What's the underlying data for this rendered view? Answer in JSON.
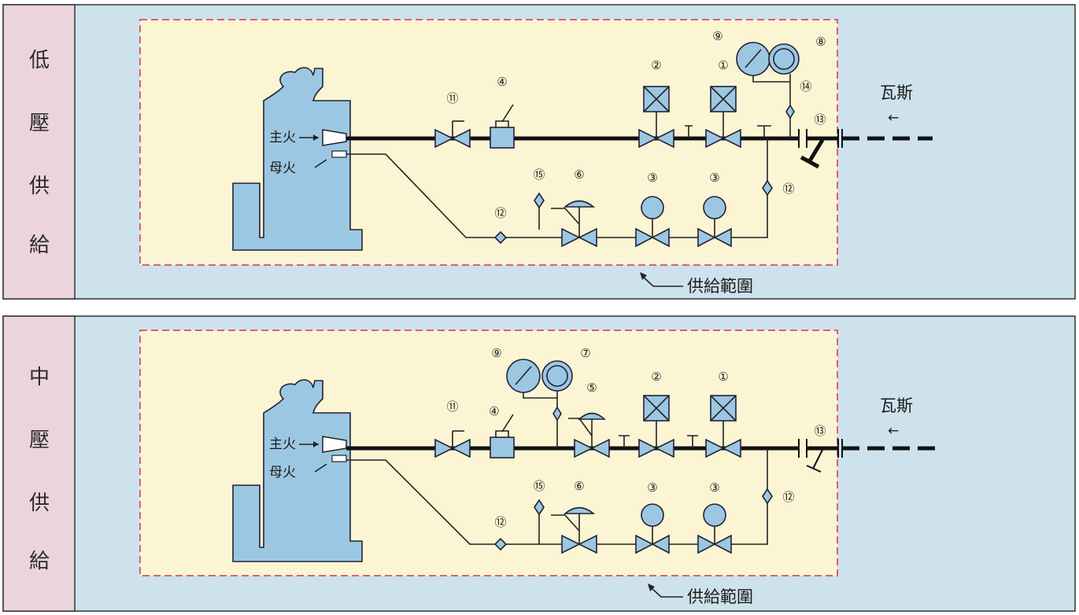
{
  "panels": [
    {
      "side_label": [
        "低",
        "壓",
        "供",
        "給"
      ],
      "main_flame": "主火",
      "pilot_flame": "母火",
      "gas": "瓦斯",
      "gas_arrow": "←",
      "scope": "供給範圍",
      "numbers": [
        "⑪",
        "④",
        "②",
        "①",
        "⑨",
        "⑧",
        "⑭",
        "⑬",
        "⑮",
        "⑥",
        "③",
        "③",
        "⑫",
        "⑫"
      ]
    },
    {
      "side_label": [
        "中",
        "壓",
        "供",
        "給"
      ],
      "main_flame": "主火",
      "pilot_flame": "母火",
      "gas": "瓦斯",
      "gas_arrow": "←",
      "scope": "供給範圍",
      "numbers": [
        "⑪",
        "④",
        "⑨",
        "⑦",
        "⑤",
        "②",
        "①",
        "⑬",
        "⑮",
        "⑥",
        "③",
        "③",
        "⑫",
        "⑫"
      ]
    }
  ],
  "colors": {
    "side_panel": "#ecd4dc",
    "background": "#cde2ec",
    "supply_area": "#fbf5d4",
    "scope_border": "#d9607a",
    "component": "#9cc7e2"
  }
}
